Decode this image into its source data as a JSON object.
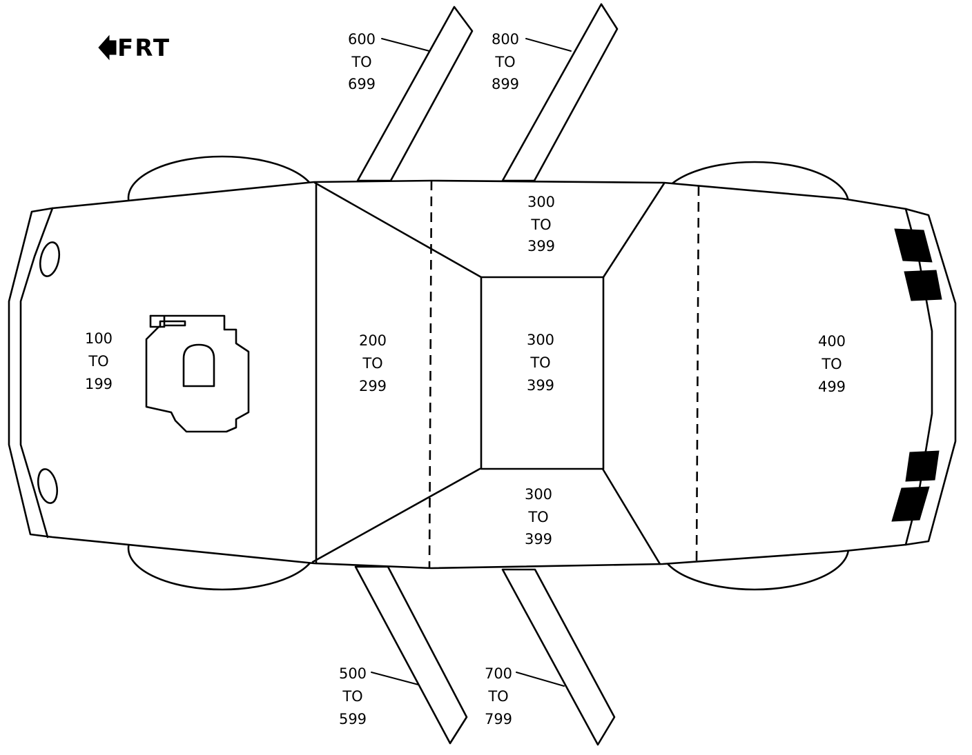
{
  "direction_indicator": {
    "label": "FRT"
  },
  "zones": {
    "front": [
      "100",
      "TO",
      "199"
    ],
    "front_cabin": [
      "200",
      "TO",
      "299"
    ],
    "roof_top": [
      "300",
      "TO",
      "399"
    ],
    "roof_center": [
      "300",
      "TO",
      "399"
    ],
    "roof_bottom": [
      "300",
      "TO",
      "399"
    ],
    "rear": [
      "400",
      "TO",
      "499"
    ],
    "door_front_right": [
      "500",
      "TO",
      "599"
    ],
    "door_front_left": [
      "600",
      "TO",
      "699"
    ],
    "door_rear_right": [
      "700",
      "TO",
      "799"
    ],
    "door_rear_left": [
      "800",
      "TO",
      "899"
    ]
  }
}
